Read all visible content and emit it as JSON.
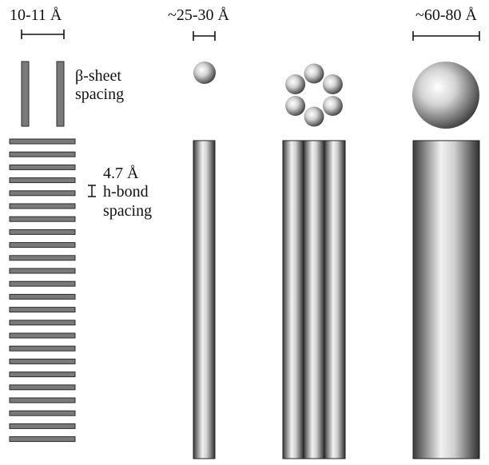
{
  "labels": {
    "width_1": "10-11 Å",
    "width_2": "~25-30 Å",
    "width_3": "~60-80 Å",
    "beta_sheet_1": "β-sheet",
    "beta_sheet_2": "spacing",
    "hbond_distance": "4.7 Å",
    "hbond_1": "h-bond",
    "hbond_2": "spacing"
  },
  "strand_count": 24,
  "colors": {
    "gray": "#7a7a7a",
    "outline": "#2a2a2a",
    "highlight": "#f4f4f4",
    "shadow": "#3a3a3a"
  }
}
